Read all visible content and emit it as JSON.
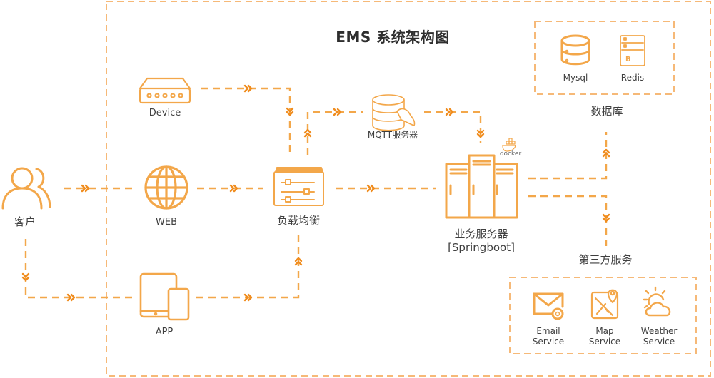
{
  "title": "EMS 系统架构图",
  "colors": {
    "primary": "#F3A74A",
    "arrow": "#F08C1E",
    "text": "#3f3f3f",
    "background": "#ffffff"
  },
  "nodes": {
    "client": {
      "label": "客户",
      "icon": "users-icon"
    },
    "device": {
      "label": "Device",
      "icon": "router-icon"
    },
    "web": {
      "label": "WEB",
      "icon": "globe-icon"
    },
    "app": {
      "label": "APP",
      "icon": "tablet-phone-icon"
    },
    "load_balancer": {
      "label": "负载均衡",
      "icon": "sliders-panel-icon"
    },
    "mqtt": {
      "label": "MQTT服务器",
      "icon": "database-bird-icon"
    },
    "business_server": {
      "label_line1": "业务服务器",
      "label_line2": "[Springboot]",
      "icon": "server-rack-icon"
    },
    "docker": {
      "label": "docker",
      "icon": "docker-whale-icon"
    }
  },
  "database": {
    "label": "数据库",
    "items": [
      {
        "label": "Mysql",
        "icon": "database-icon"
      },
      {
        "label": "Redis",
        "icon": "redis-server-icon"
      }
    ]
  },
  "third_party": {
    "label": "第三方服务",
    "items": [
      {
        "line1": "Email",
        "line2": "Service",
        "icon": "email-gear-icon"
      },
      {
        "line1": "Map",
        "line2": "Service",
        "icon": "map-pin-icon"
      },
      {
        "line1": "Weather",
        "line2": "Service",
        "icon": "sun-cloud-icon"
      }
    ]
  },
  "connections": [
    {
      "from": "client",
      "to": "web",
      "direction": "right"
    },
    {
      "from": "client",
      "to": "app",
      "direction": "down-right"
    },
    {
      "from": "device",
      "to": "load_balancer",
      "direction": "right-down"
    },
    {
      "from": "web",
      "to": "load_balancer",
      "direction": "right"
    },
    {
      "from": "app",
      "to": "load_balancer",
      "direction": "right-up"
    },
    {
      "from": "load_balancer",
      "to": "mqtt",
      "direction": "up-right"
    },
    {
      "from": "mqtt",
      "to": "business_server",
      "direction": "right-down"
    },
    {
      "from": "load_balancer",
      "to": "business_server",
      "direction": "right"
    },
    {
      "from": "business_server",
      "to": "database",
      "direction": "right-up"
    },
    {
      "from": "business_server",
      "to": "third_party",
      "direction": "right-down"
    }
  ]
}
